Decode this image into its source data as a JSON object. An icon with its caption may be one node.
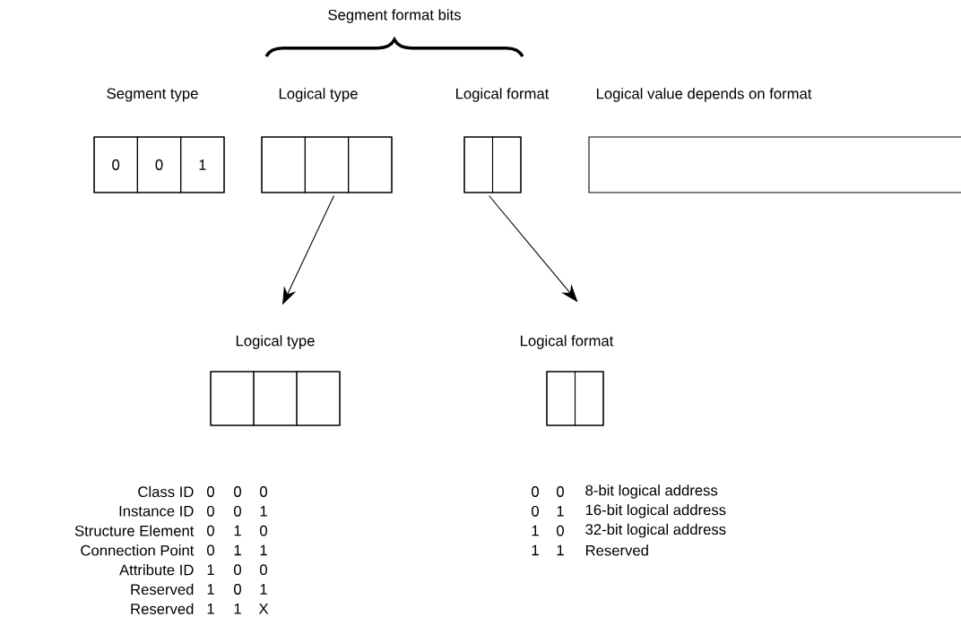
{
  "diagram": {
    "nodes": [
      {
        "text": [
          "Segment type"
        ]
      },
      {
        "text": [
          "0"
        ],
        "in": 0
      },
      {
        "text": [
          "0"
        ],
        "in": 0
      },
      {
        "text": [
          "1"
        ],
        "in": 0
      },
      {
        "text": [
          "Logical type"
        ]
      },
      {
        "text": [],
        "shape": "box",
        "in": 4
      },
      {
        "text": [],
        "shape": "box",
        "in": 4
      },
      {
        "text": [],
        "shape": "box",
        "in": 4
      },
      {
        "text": [
          "Logical format"
        ]
      },
      {
        "text": [],
        "shape": "box",
        "in": 8
      },
      {
        "text": [],
        "shape": "box",
        "in": 8
      },
      {
        "text": [
          "Logical value depends on format"
        ]
      },
      {
        "text": [
          "Logical type"
        ]
      },
      {
        "text": [],
        "shape": "box",
        "in": 12
      },
      {
        "text": [],
        "shape": "box",
        "in": 12
      },
      {
        "text": [],
        "shape": "box",
        "in": 12
      },
      {
        "text": [
          "Logical format"
        ]
      },
      {
        "text": [],
        "shape": "box",
        "in": 16
      },
      {
        "text": [],
        "shape": "box",
        "in": 16
      }
    ],
    "edges": [
      {
        "from": 4,
        "to": 12,
        "arrow": "to"
      },
      {
        "from": 8,
        "to": 16,
        "arrow": "to"
      }
    ],
    "labels": [
      "Segment format bits",
      "Class ID",
      "0",
      "0",
      "0",
      "Instance ID",
      "0",
      "0",
      "1",
      "Structure Element",
      "0",
      "1",
      "0",
      "Connection Point",
      "0",
      "1",
      "1",
      "Attribute ID",
      "1",
      "0",
      "0",
      "Reserved",
      "1",
      "0",
      "1",
      "Reserved",
      "1",
      "1",
      "X",
      "0",
      "0",
      "8-bit logical address",
      "0",
      "1",
      "16-bit logical address",
      "1",
      "0",
      "32-bit logical address",
      "1",
      "1",
      "Reserved"
    ]
  }
}
